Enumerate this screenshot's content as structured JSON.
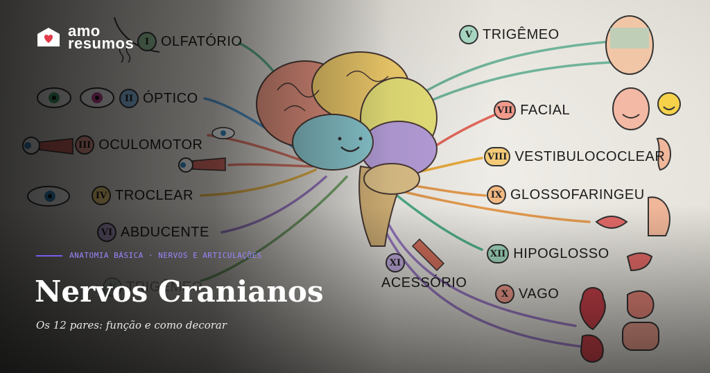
{
  "brand": {
    "line1": "amo",
    "line2": "resumos",
    "accent": "#e23b4a"
  },
  "kicker": "ANATOMIA BÁSICA · NERVOS E ARTICULAÇÕES",
  "title": "Nervos Cranianos",
  "subtitle": "Os 12 pares: função e como decorar",
  "nerves": [
    {
      "id": "I",
      "numeral": "I",
      "name": "OLFATÓRIO",
      "color": "#5fb08c"
    },
    {
      "id": "II",
      "numeral": "II",
      "name": "ÓPTICO",
      "color": "#5a9fd6"
    },
    {
      "id": "III",
      "numeral": "III",
      "name": "OCULOMOTOR",
      "color": "#e07a6a"
    },
    {
      "id": "IV",
      "numeral": "IV",
      "name": "TROCLEAR",
      "color": "#e8b64a"
    },
    {
      "id": "VI",
      "numeral": "VI",
      "name": "ABDUCENTE",
      "color": "#9b7bc6"
    },
    {
      "id": "V",
      "numeral": "V",
      "name": "TRIGÊMEO",
      "color": "#6fb39a"
    },
    {
      "id": "VII",
      "numeral": "VII",
      "name": "FACIAL",
      "color": "#e0675a"
    },
    {
      "id": "VIII",
      "numeral": "VIII",
      "name": "VESTIBULOCOCLEAR",
      "color": "#e8a93c"
    },
    {
      "id": "IX",
      "numeral": "IX",
      "name": "GLOSSOFARINGEU",
      "color": "#e39a4e"
    },
    {
      "id": "XII",
      "numeral": "XII",
      "name": "HIPOGLOSSO",
      "color": "#4fae8a"
    },
    {
      "id": "X",
      "numeral": "X",
      "name": "VAGO",
      "color": "#e26a5e"
    },
    {
      "id": "XI",
      "numeral": "XI",
      "name": "ACESSÓRIO",
      "color": "#9a7bc4"
    },
    {
      "id": "V2",
      "numeral": "V",
      "name": "TRIGÊMEO",
      "color": "#6fb39a"
    }
  ]
}
